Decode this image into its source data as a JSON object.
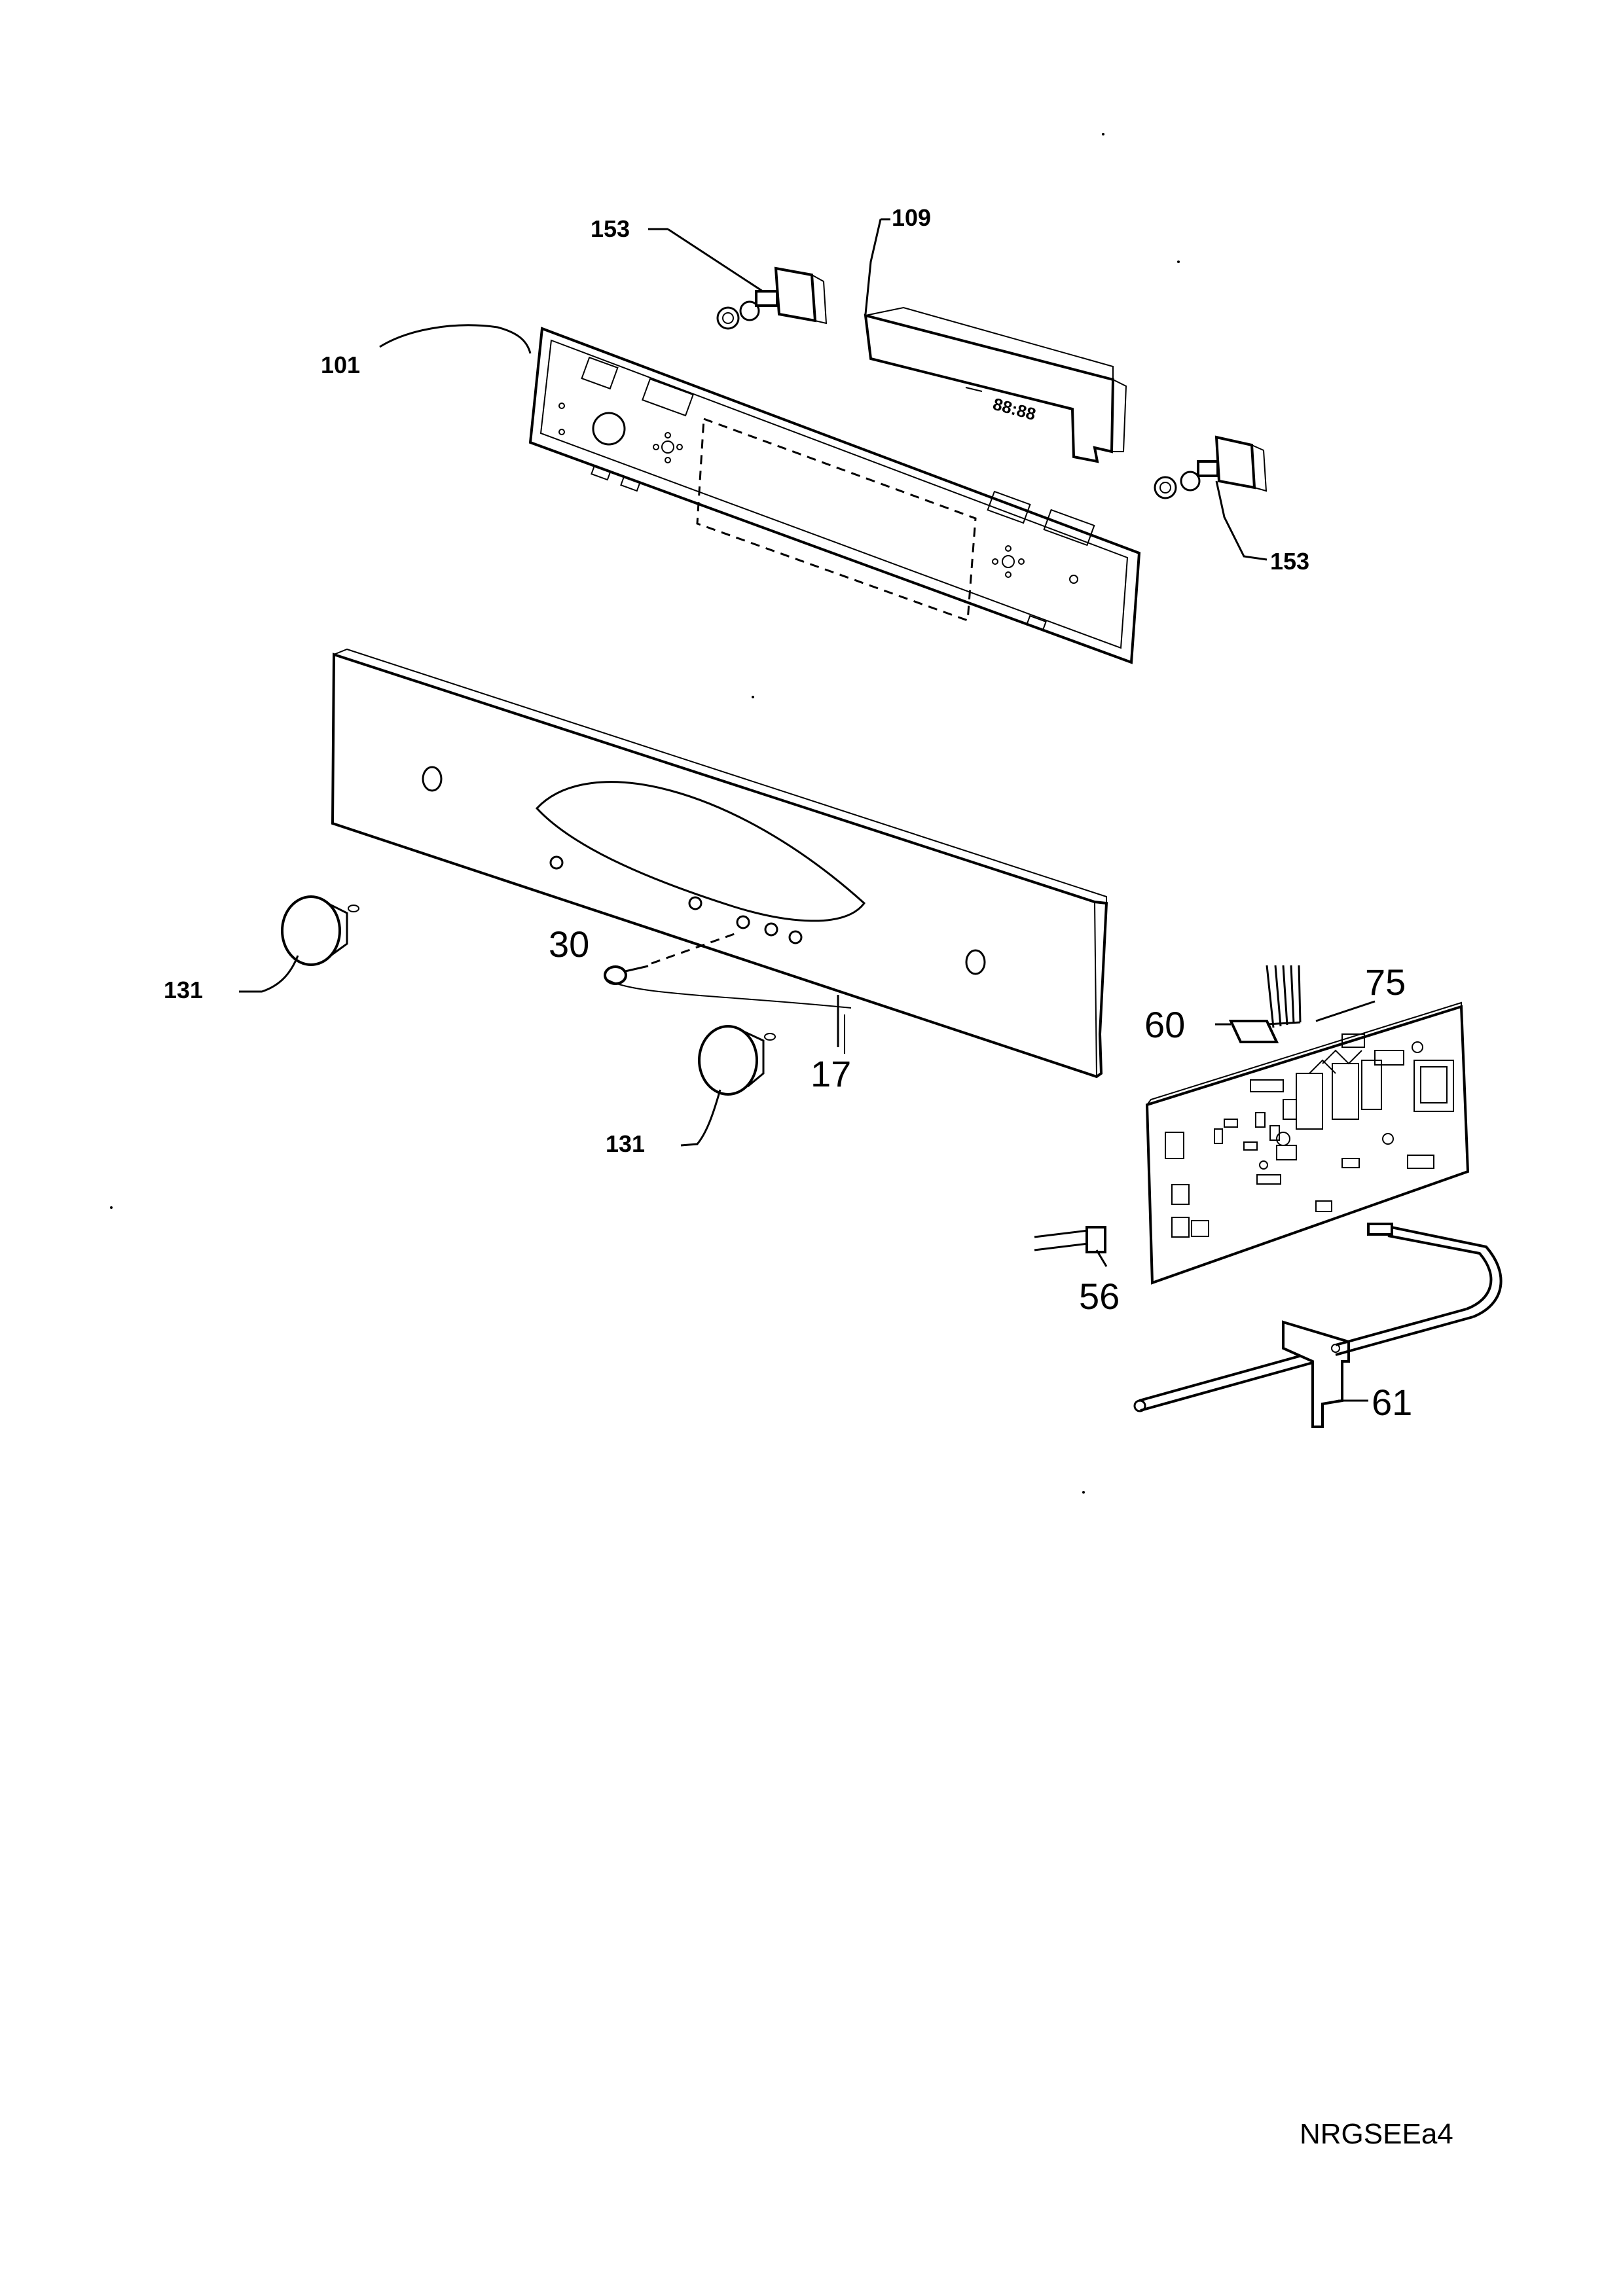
{
  "diagram": {
    "callouts": [
      {
        "id": "c101",
        "text": "101"
      },
      {
        "id": "c153a",
        "text": "153"
      },
      {
        "id": "c109",
        "text": "109"
      },
      {
        "id": "c153b",
        "text": "153"
      },
      {
        "id": "c131a",
        "text": "131"
      },
      {
        "id": "c30",
        "text": "30"
      },
      {
        "id": "c17",
        "text": "17"
      },
      {
        "id": "c131b",
        "text": "131"
      },
      {
        "id": "c60",
        "text": "60"
      },
      {
        "id": "c75",
        "text": "75"
      },
      {
        "id": "c56",
        "text": "56"
      },
      {
        "id": "c61",
        "text": "61"
      }
    ],
    "display_readout": "88:88",
    "drawing_code": "NRGSEEa4"
  }
}
